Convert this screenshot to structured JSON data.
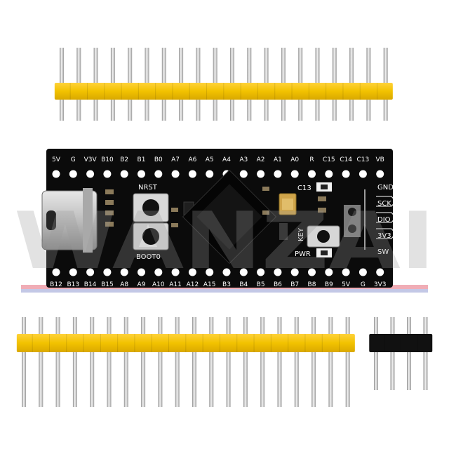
{
  "board": {
    "top_pins": [
      "5V",
      "G",
      "V3V",
      "B10",
      "B2",
      "B1",
      "B0",
      "A7",
      "A6",
      "A5",
      "A4",
      "A3",
      "A2",
      "A1",
      "A0",
      "R",
      "C15",
      "C14",
      "C13",
      "VB"
    ],
    "bottom_pins": [
      "B12",
      "B13",
      "B14",
      "B15",
      "A8",
      "A9",
      "A10",
      "A11",
      "A12",
      "A15",
      "B3",
      "B4",
      "B5",
      "B6",
      "B7",
      "B8",
      "B9",
      "5V",
      "G",
      "3V3"
    ],
    "swd_pins": [
      "GND",
      "SCK",
      "DIO",
      "3V3",
      "SW"
    ],
    "button_labels": {
      "top": "NRST",
      "bottom": "BOOT0"
    },
    "led_labels": {
      "c13": "C13",
      "pwr": "PWR"
    },
    "key_label": "KEY"
  },
  "watermark": "WANZAI",
  "colors": {
    "pcb": "#0b0b0b",
    "header_plastic": "#f2c200",
    "pin_metal": "#c9c9c9",
    "black_header": "#111111"
  }
}
